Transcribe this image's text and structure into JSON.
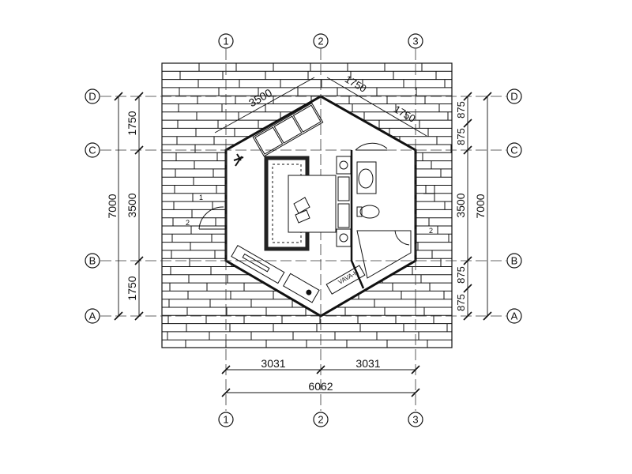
{
  "grid": {
    "columns": [
      "1",
      "2",
      "3"
    ],
    "rows": [
      "D",
      "C",
      "B",
      "A"
    ]
  },
  "dimensions": {
    "left_outer": "7000",
    "left_inner": [
      "1750",
      "3500",
      "1750"
    ],
    "right_outer": "7000",
    "right_inner": [
      "875",
      "875",
      "3500",
      "875",
      "875"
    ],
    "bottom_segments": [
      "3031",
      "3031"
    ],
    "bottom_total": "6062",
    "diagonal_left": "3500",
    "diagonal_right": [
      "1750",
      "1750"
    ]
  },
  "annotations": {
    "section_marks": [
      "1",
      "2",
      "2"
    ],
    "cabinet_label": "VAVA-H"
  },
  "colors": {
    "line": "#111111",
    "background": "#ffffff"
  }
}
